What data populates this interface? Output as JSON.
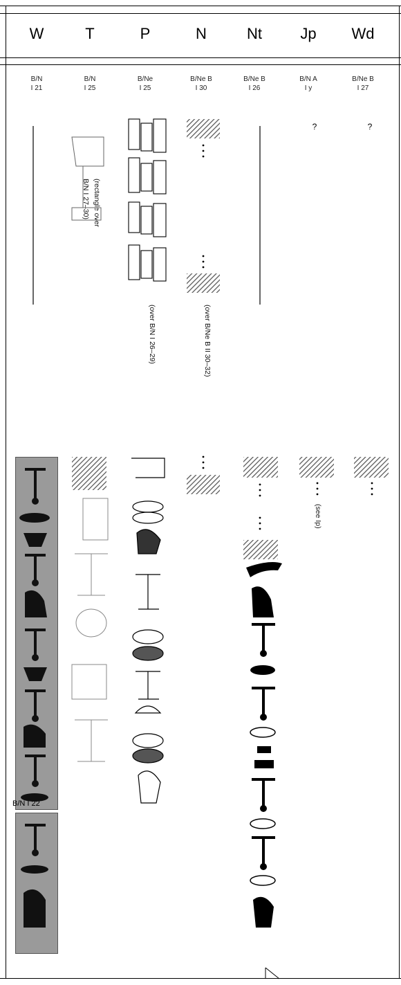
{
  "columns": [
    {
      "key": "W",
      "label": "W",
      "ref": [
        "B/N",
        "I 21"
      ]
    },
    {
      "key": "T",
      "label": "T",
      "ref": [
        "B/N",
        "I 25"
      ]
    },
    {
      "key": "P",
      "label": "P",
      "ref": [
        "B/Ne",
        "I 25"
      ]
    },
    {
      "key": "N",
      "label": "N",
      "ref": [
        "B/Ne B",
        "I 30"
      ]
    },
    {
      "key": "Nt",
      "label": "Nt",
      "ref": [
        "B/Ne B",
        "I 26"
      ]
    },
    {
      "key": "Jp",
      "label": "Jp",
      "ref": [
        "B/N A",
        "I y"
      ]
    },
    {
      "key": "Wd",
      "label": "Wd",
      "ref": [
        "B/Ne B",
        "I 27"
      ]
    }
  ],
  "uncertain_marks": {
    "Jp": "?",
    "Wd": "?"
  },
  "notes": {
    "T_note_a": "(rectangle over",
    "T_note_b": "B/N I 27–30)",
    "P_note": "(over B/N I 26–29)",
    "N_note": "(over B/Ne B II 30–32)",
    "Jp_note": "(see Ip)"
  },
  "photo_label": "B/N I 22",
  "colors": {
    "line": "#000000",
    "hatch": "#555555",
    "photo": "#9a9a9a"
  }
}
